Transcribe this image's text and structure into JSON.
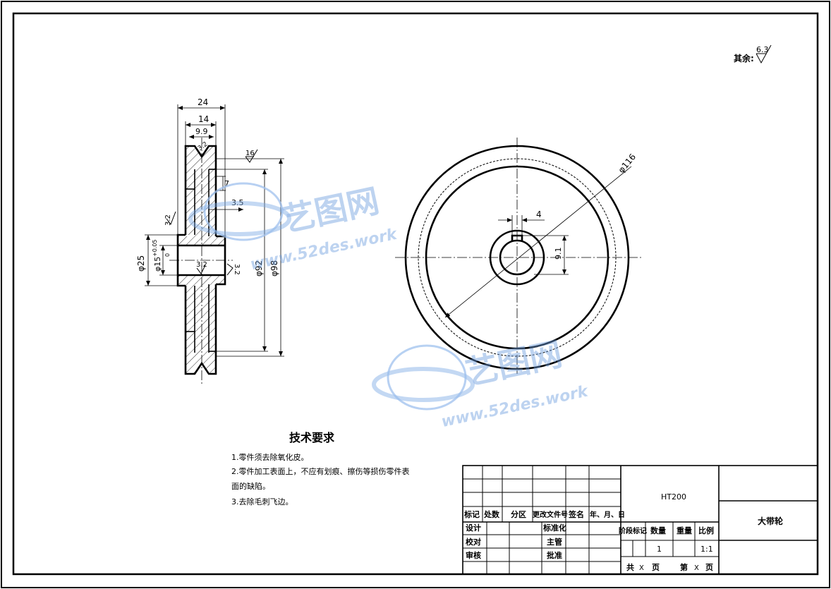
{
  "surface_note": {
    "label": "其余:",
    "value": "6.3"
  },
  "side_dims": {
    "w24": "24",
    "w14": "14",
    "w99": "9.9",
    "d25": "φ25",
    "d15": "φ15",
    "tol_up": "+0.05",
    "tol_lo": "0",
    "d92": "φ92",
    "d98": "φ98",
    "r7": "7",
    "r35": "3.5",
    "ra16": "16",
    "ra32a": "3.2",
    "ra32b": "3.2",
    "ra32c": "3.2",
    "ra_groove": "3.2"
  },
  "front_dims": {
    "d116": "φ116",
    "key_w": "4",
    "key_h": "9.1"
  },
  "watermark": {
    "brand": "艺图网",
    "url": "www.52des.work"
  },
  "tech_req": {
    "title": "技术要求",
    "line1": "1.零件须去除氧化皮。",
    "line2": "2.零件加工表面上，不应有划痕、擦伤等损伤零件表",
    "line3": "面的缺陷。",
    "line4": "3.去除毛刺飞边。"
  },
  "title_block": {
    "material": "HT200",
    "part_name": "大带轮",
    "h_biaoji": "标记",
    "h_chushu": "处数",
    "h_fenqu": "分区",
    "h_gengai": "更改文件号",
    "h_qianming": "签名",
    "h_date": "年、月、日",
    "sheji": "设计",
    "biaozhunhua": "标准化",
    "jiaodui": "校对",
    "zhuguan": "主管",
    "shenhe": "审核",
    "pizhun": "批准",
    "jieduan": "阶段标记",
    "shuliang": "数量",
    "zhongliang": "重量",
    "bili": "比例",
    "qty": "1",
    "scale": "1:1",
    "gong": "共",
    "ye1": "页",
    "di": "第",
    "ye2": "页",
    "x1": "X",
    "x2": "X"
  }
}
